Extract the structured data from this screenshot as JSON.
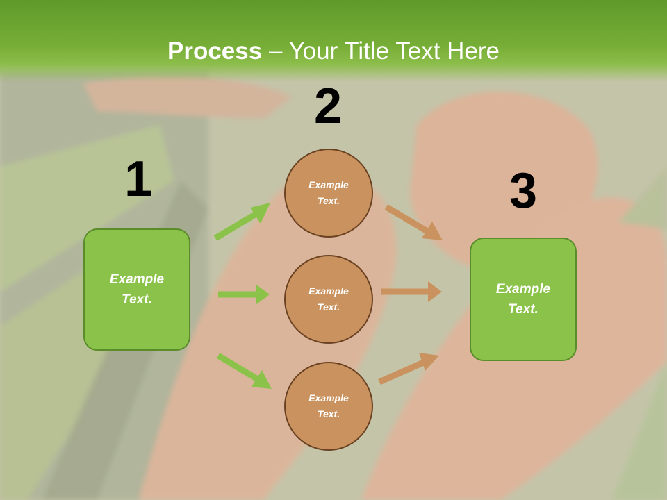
{
  "slide": {
    "title_bold": "Process",
    "title_rest": " – Your Title Text Here"
  },
  "steps": {
    "one": {
      "number": "1",
      "text": "Example\nText."
    },
    "two": {
      "number": "2"
    },
    "three": {
      "number": "3",
      "text": "Example\nText."
    }
  },
  "circles": [
    {
      "text": "Example\nText."
    },
    {
      "text": "Example\nText."
    },
    {
      "text": "Example\nText."
    }
  ],
  "colors": {
    "header_green": "#76ad36",
    "box_green": "#8bc34a",
    "circle_tan": "#c9925e",
    "arrow_green": "#8bc34a",
    "arrow_tan": "#c9925e"
  }
}
